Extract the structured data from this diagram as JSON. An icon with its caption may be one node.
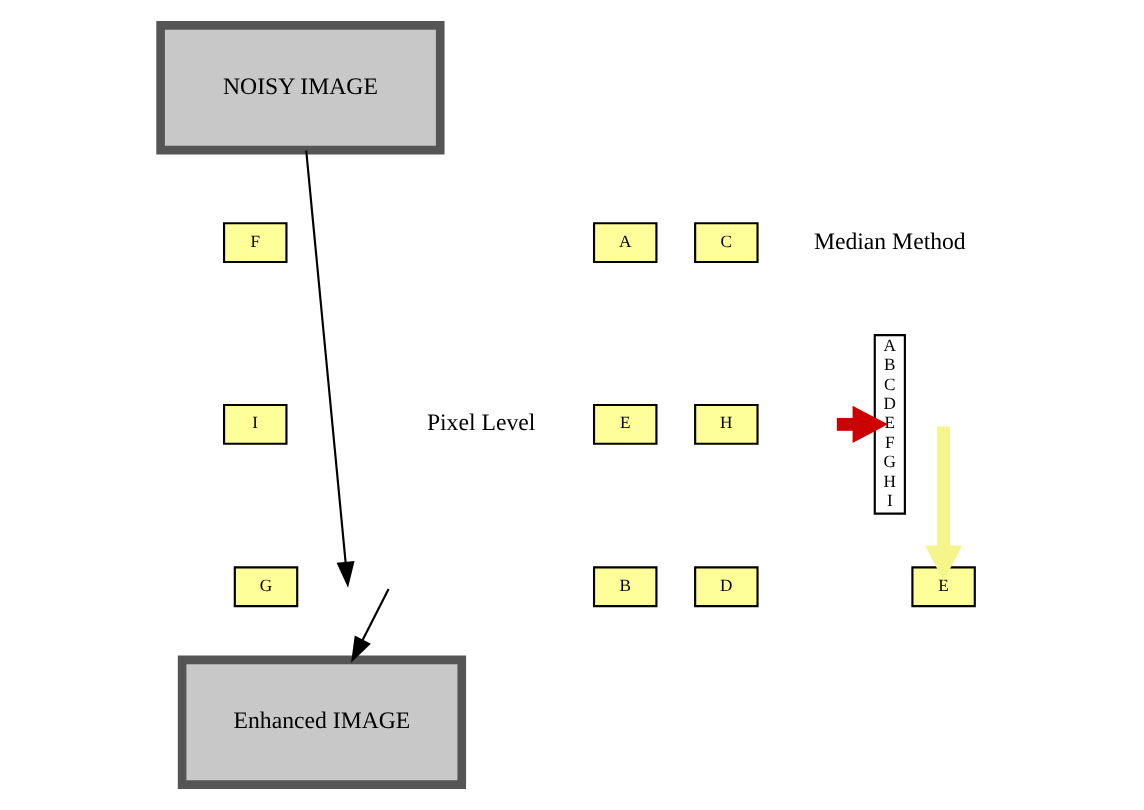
{
  "diagram": {
    "nodes": [
      {
        "text": [
          "NOISY IMAGE"
        ]
      },
      {
        "text": [
          "A"
        ]
      },
      {
        "text": [
          "F"
        ]
      },
      {
        "text": [
          "C"
        ]
      },
      {
        "text": [
          "E"
        ]
      },
      {
        "text": [
          "I"
        ]
      },
      {
        "text": [
          "H"
        ]
      },
      {
        "text": [
          "B"
        ]
      },
      {
        "text": [
          "G"
        ]
      },
      {
        "text": [
          "D"
        ]
      },
      {
        "text": [
          "A B C D E F G H I"
        ]
      },
      {
        "text": [
          "E"
        ]
      },
      {
        "text": [
          "Enhanced IMAGE"
        ]
      }
    ],
    "edges": [
      {
        "from": 0,
        "to": null,
        "arrow": "to"
      },
      {
        "from": null,
        "to": 10,
        "arrow": "to",
        "style": "thick",
        "color": "#cc0000"
      },
      {
        "from": null,
        "to": 11,
        "arrow": "to",
        "style": "thick",
        "color": "#f5f58c"
      },
      {
        "from": null,
        "to": 12,
        "arrow": "to"
      }
    ],
    "labels": [
      "Median Method",
      "Pixel Level"
    ]
  }
}
